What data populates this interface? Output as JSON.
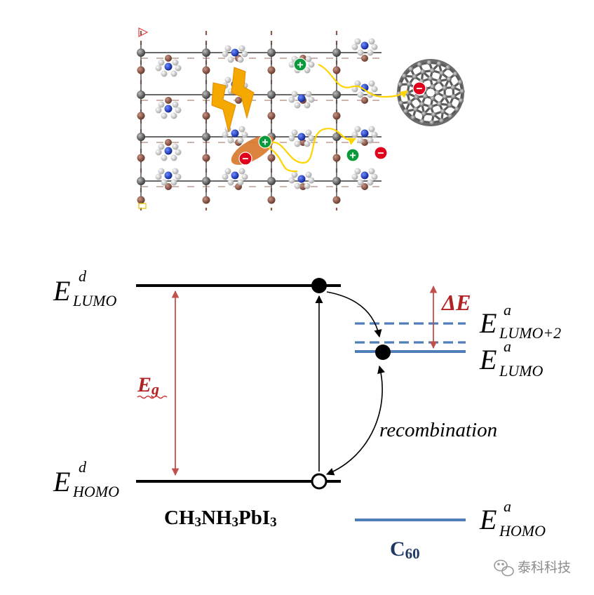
{
  "levels": {
    "donor_lumo": {
      "symbol": "E",
      "sup": "d",
      "sub": "LUMO"
    },
    "donor_homo": {
      "symbol": "E",
      "sup": "d",
      "sub": "HOMO"
    },
    "acceptor_lumo2": {
      "symbol": "E",
      "sup": "a",
      "sub": "LUMO+2"
    },
    "acceptor_lumo": {
      "symbol": "E",
      "sup": "a",
      "sub": "LUMO"
    },
    "acceptor_homo": {
      "symbol": "E",
      "sup": "a",
      "sub": "HOMO"
    }
  },
  "labels": {
    "gap_main": "E",
    "gap_sub": "g",
    "delta_e": "ΔE",
    "recombination": "recombination",
    "donor_name": {
      "p1": "CH",
      "s1": "3",
      "p2": "NH",
      "s2": "3",
      "p3": "PbI",
      "s3": "3"
    },
    "acceptor_name": {
      "main": "C",
      "sub": "60"
    }
  },
  "charges": {
    "plus": "+",
    "minus": "−"
  },
  "watermark": "泰科科技",
  "colors": {
    "level_black": "#000000",
    "acceptor_blue": "#4f7db8",
    "gap_arrow": "#c0504d",
    "gap_text": "#b22222",
    "acceptor_name": "#1f3864",
    "yellow_path": "#ffd400",
    "lightning": "#f5a800",
    "hole_green": "#0a9a3c",
    "electron_red": "#e0001b",
    "pb_atom": "#8b5a4a",
    "i_atom": "#5a5a5a",
    "n_atom": "#1f3fbf",
    "h_atom": "#e6e6e6",
    "fullerene": "#6b6b6b"
  }
}
